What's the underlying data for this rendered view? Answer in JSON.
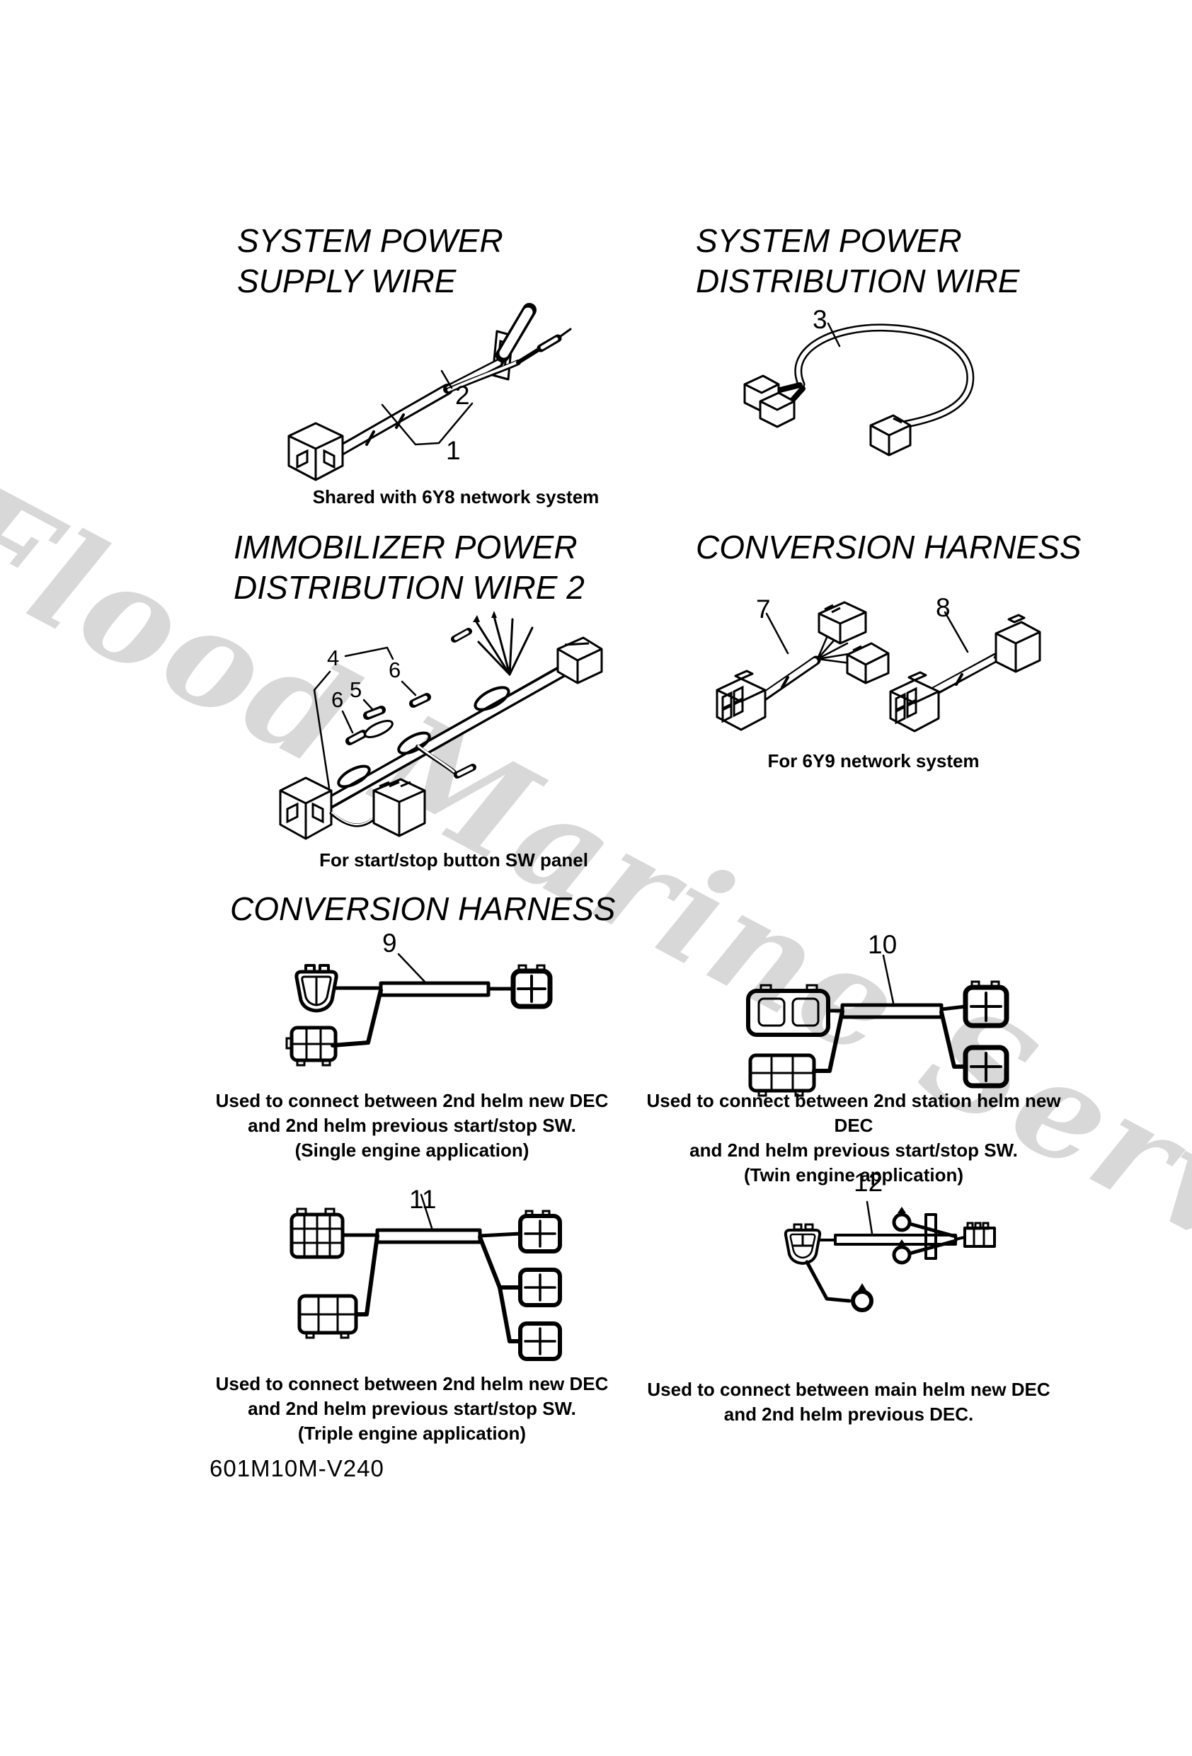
{
  "watermark": {
    "text": "Flood Marine Services"
  },
  "sections": {
    "supply_wire": {
      "title_line1": "SYSTEM POWER",
      "title_line2": "SUPPLY WIRE",
      "caption": "Shared with 6Y8 network system",
      "callout_1": "1",
      "callout_2": "2"
    },
    "distribution_wire": {
      "title_line1": "SYSTEM POWER",
      "title_line2": "DISTRIBUTION WIRE",
      "callout_3": "3"
    },
    "immobilizer_wire": {
      "title_line1": "IMMOBILIZER POWER",
      "title_line2": "DISTRIBUTION WIRE 2",
      "caption": "For start/stop button SW panel",
      "callout_4": "4",
      "callout_5": "5",
      "callout_6a": "6",
      "callout_6b": "6"
    },
    "conversion_harness_6y9": {
      "title": "CONVERSION HARNESS",
      "caption": "For 6Y9 network system",
      "callout_7": "7",
      "callout_8": "8"
    },
    "conversion_harness_dec": {
      "title": "CONVERSION HARNESS",
      "harness_9": {
        "callout": "9",
        "caption_line1": "Used to connect between 2nd helm new DEC",
        "caption_line2": "and 2nd helm previous start/stop SW.",
        "caption_line3": "(Single engine application)"
      },
      "harness_10": {
        "callout": "10",
        "caption_line1": "Used to connect between 2nd station helm new DEC",
        "caption_line2": "and 2nd helm previous start/stop SW.",
        "caption_line3": "(Twin engine application)"
      },
      "harness_11": {
        "callout": "11",
        "caption_line1": "Used to connect between 2nd helm new DEC",
        "caption_line2": "and 2nd helm previous start/stop SW.",
        "caption_line3": "(Triple engine application)"
      },
      "harness_12": {
        "callout": "12",
        "caption_line1": "Used to connect between main helm new DEC",
        "caption_line2": "and 2nd helm previous DEC."
      }
    }
  },
  "footer": {
    "doc_code": "601M10M-V240"
  }
}
